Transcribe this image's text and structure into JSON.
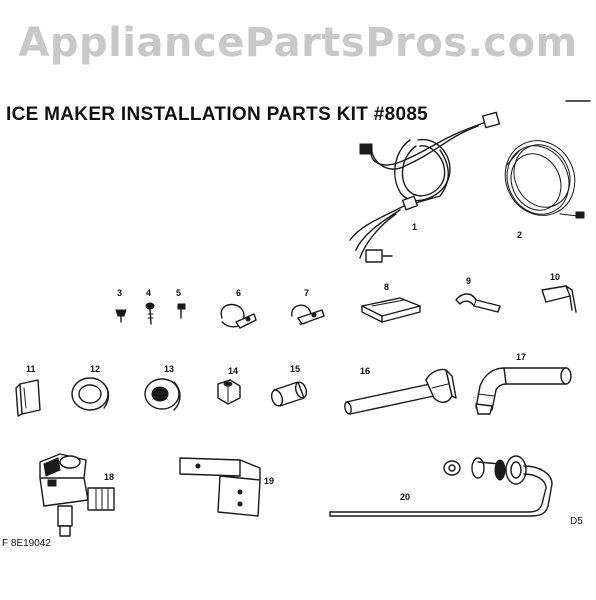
{
  "watermark": "AppliancePartsPros.com",
  "title": "ICE MAKER INSTALLATION PARTS KIT #8085",
  "parts": [
    {
      "number": "1",
      "icon": "wire-harness-icon"
    },
    {
      "number": "2",
      "icon": "water-tubing-coil-icon"
    },
    {
      "number": "3",
      "icon": "screw-icon"
    },
    {
      "number": "4",
      "icon": "screw-icon"
    },
    {
      "number": "5",
      "icon": "screw-icon"
    },
    {
      "number": "6",
      "icon": "clamp-icon"
    },
    {
      "number": "7",
      "icon": "clamp-icon"
    },
    {
      "number": "8",
      "icon": "bracket-icon"
    },
    {
      "number": "9",
      "icon": "clip-icon"
    },
    {
      "number": "10",
      "icon": "bracket-icon"
    },
    {
      "number": "11",
      "icon": "bracket-icon"
    },
    {
      "number": "12",
      "icon": "grommet-icon"
    },
    {
      "number": "13",
      "icon": "grommet-icon"
    },
    {
      "number": "14",
      "icon": "nut-icon"
    },
    {
      "number": "15",
      "icon": "sleeve-icon"
    },
    {
      "number": "16",
      "icon": "fill-tube-icon"
    },
    {
      "number": "17",
      "icon": "elbow-tube-icon"
    },
    {
      "number": "18",
      "icon": "water-valve-icon"
    },
    {
      "number": "19",
      "icon": "mounting-bracket-icon"
    },
    {
      "number": "20",
      "icon": "saddle-valve-icon"
    }
  ],
  "footer": {
    "left_code": "F 8E19042",
    "right_code": "D5"
  }
}
